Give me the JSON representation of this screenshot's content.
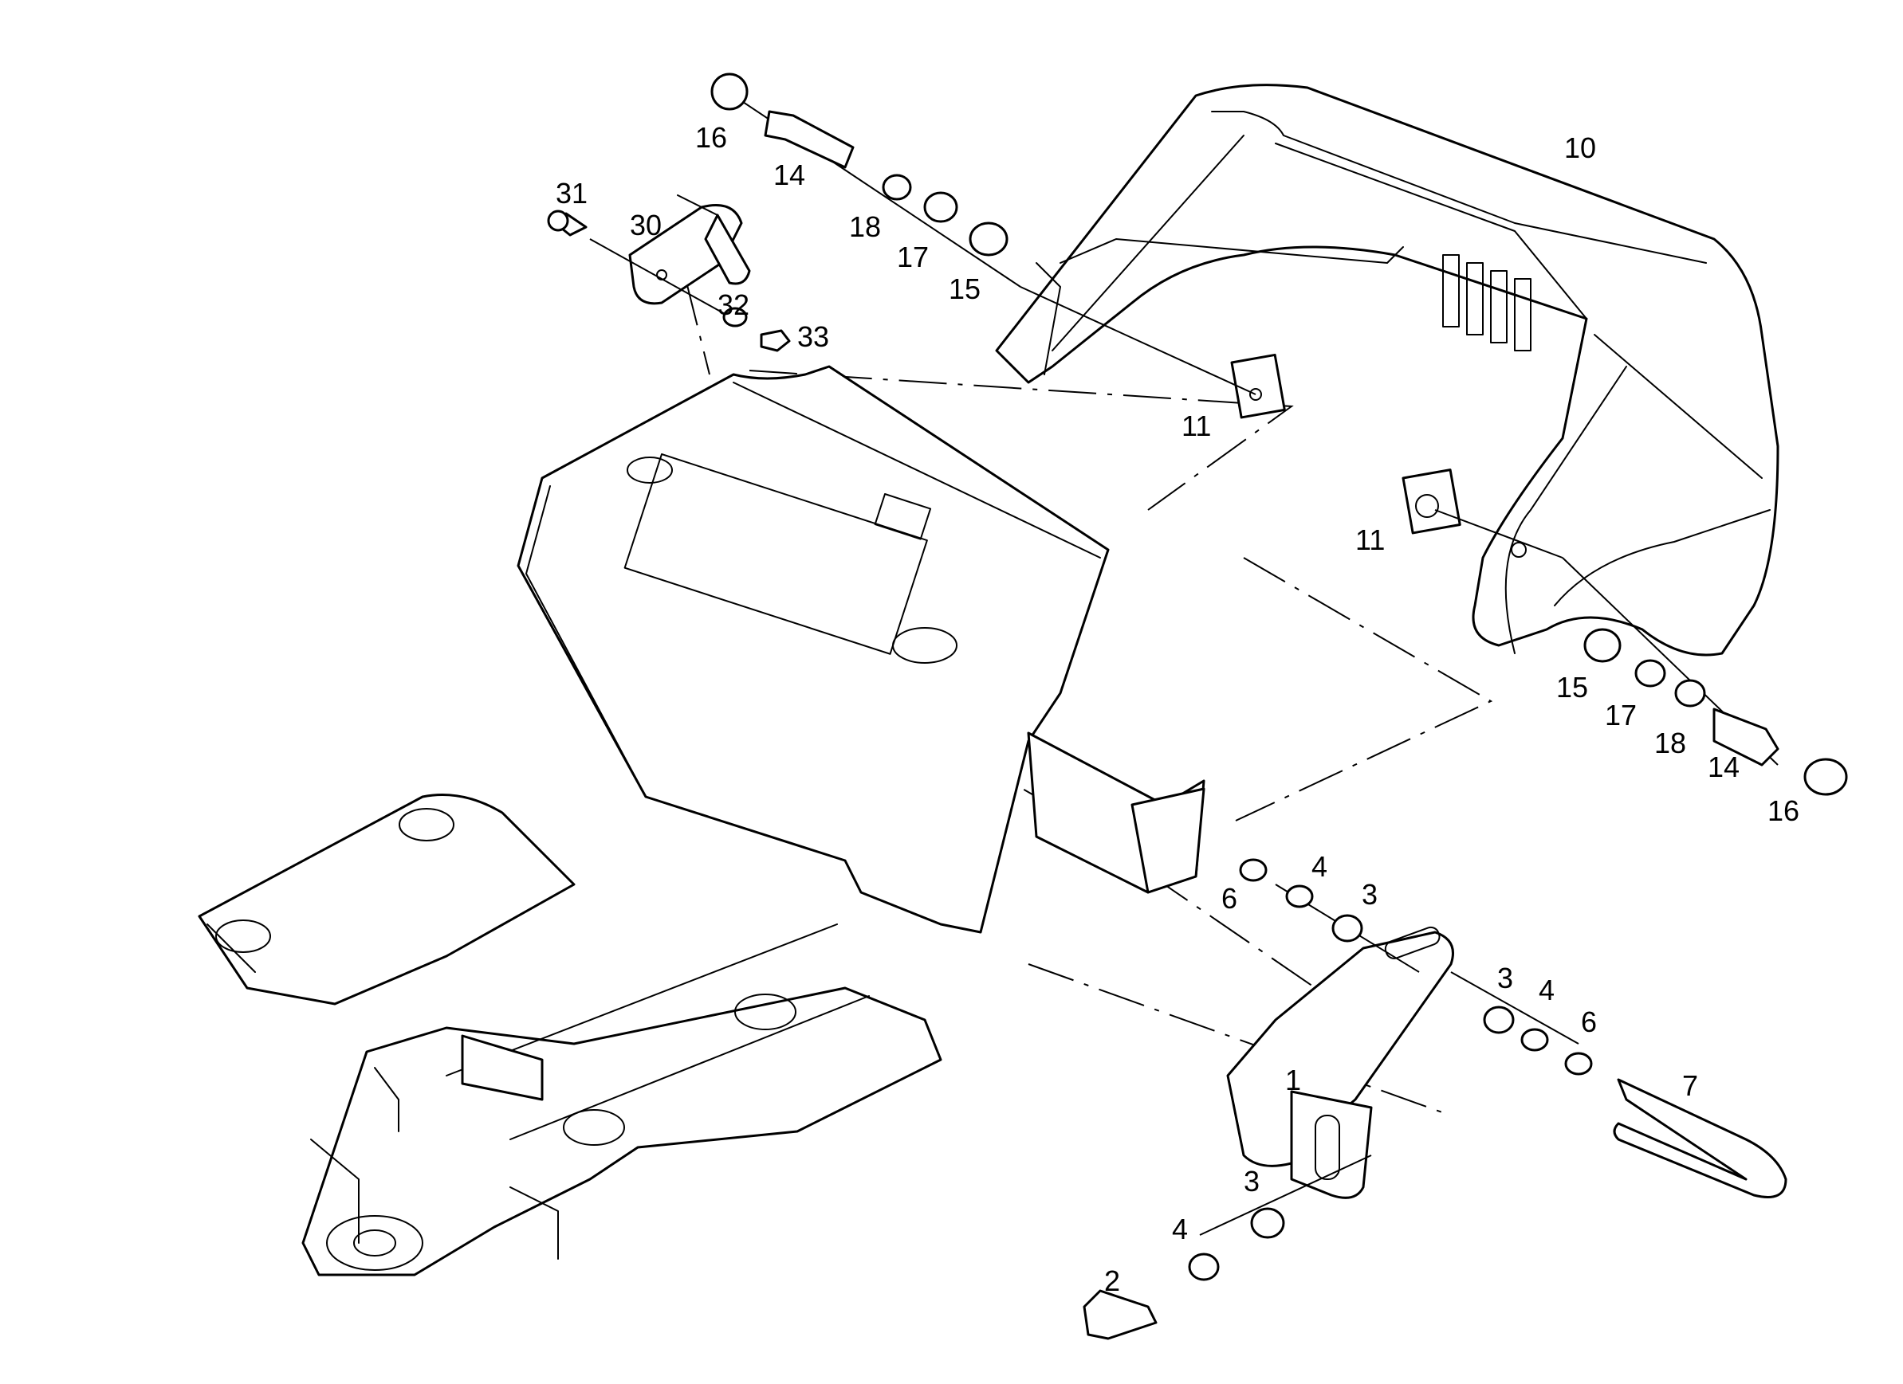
{
  "callouts": {
    "c1": "1",
    "c2": "2",
    "c3a": "3",
    "c3b": "3",
    "c3c": "3",
    "c4a": "4",
    "c4b": "4",
    "c4c": "4",
    "c6a": "6",
    "c6b": "6",
    "c7": "7",
    "c10": "10",
    "c11a": "11",
    "c11b": "11",
    "c14a": "14",
    "c14b": "14",
    "c15a": "15",
    "c15b": "15",
    "c16a": "16",
    "c16b": "16",
    "c17a": "17",
    "c17b": "17",
    "c18a": "18",
    "c18b": "18",
    "c30": "30",
    "c31": "31",
    "c32": "32",
    "c33": "33"
  }
}
